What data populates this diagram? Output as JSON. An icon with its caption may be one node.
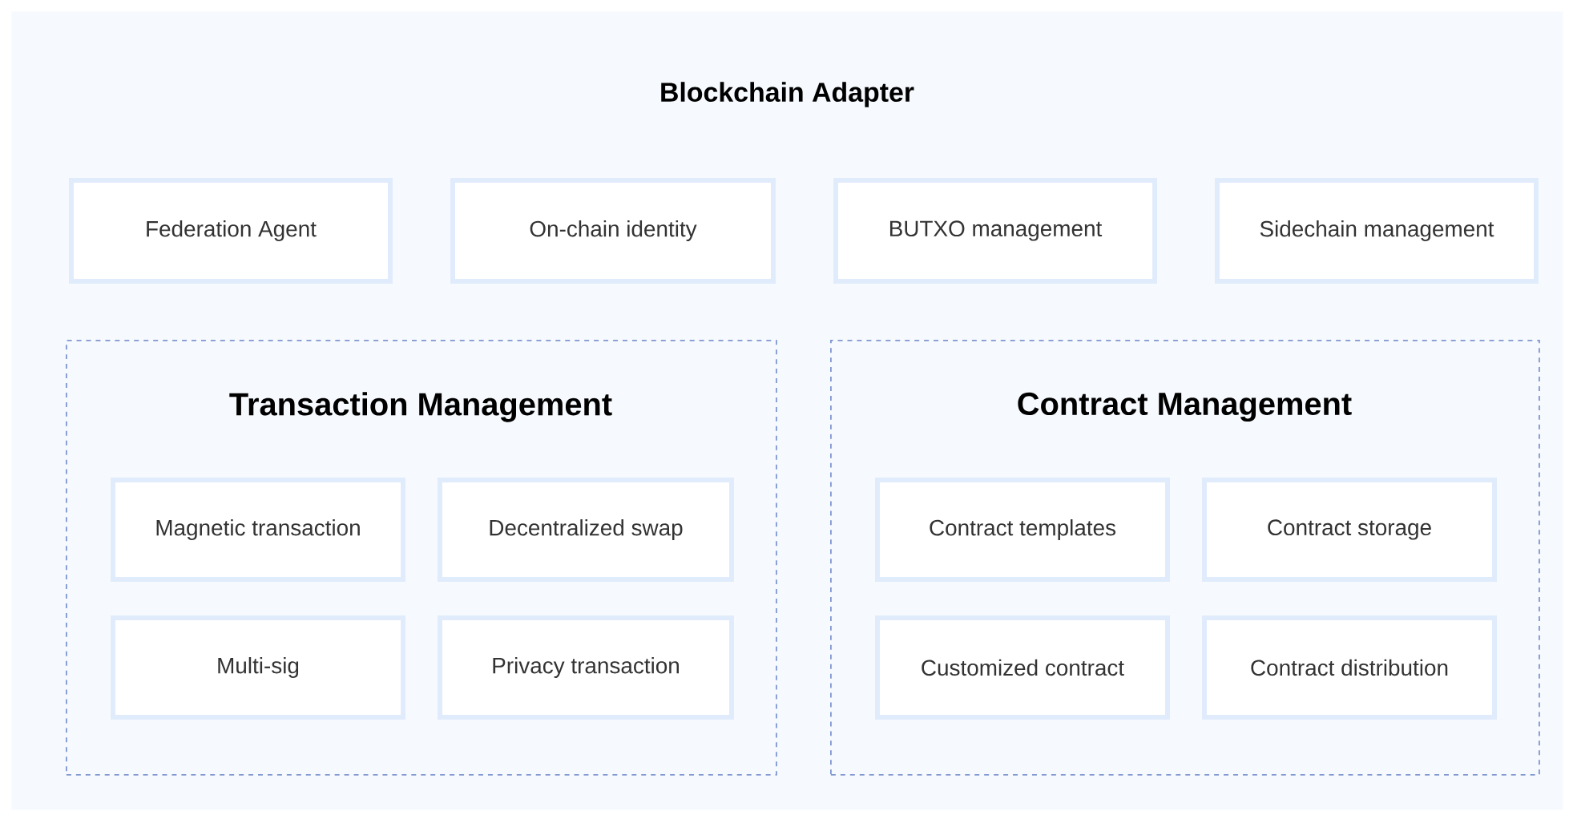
{
  "diagram": {
    "nodes": [
      {
        "text": [
          "Blockchain Adapter"
        ]
      },
      {
        "text": [
          "Federation Agent"
        ],
        "in": 0
      },
      {
        "text": [
          "On-chain identity"
        ],
        "in": 0
      },
      {
        "text": [
          "BUTXO management"
        ],
        "in": 0
      },
      {
        "text": [
          "Sidechain management"
        ],
        "in": 0
      },
      {
        "text": [
          "Transaction Management"
        ],
        "in": 0
      },
      {
        "text": [
          "Magnetic transaction"
        ],
        "in": 5
      },
      {
        "text": [
          "Decentralized swap"
        ],
        "in": 5
      },
      {
        "text": [
          "Multi-sig"
        ],
        "in": 5
      },
      {
        "text": [
          "Privacy transaction"
        ],
        "in": 5
      },
      {
        "text": [
          "Contract Management"
        ],
        "in": 0
      },
      {
        "text": [
          "Contract templates"
        ],
        "in": 10
      },
      {
        "text": [
          "Contract storage"
        ],
        "in": 10
      },
      {
        "text": [
          "Customized contract"
        ],
        "in": 10
      },
      {
        "text": [
          "Contract distribution"
        ],
        "in": 10
      }
    ]
  }
}
